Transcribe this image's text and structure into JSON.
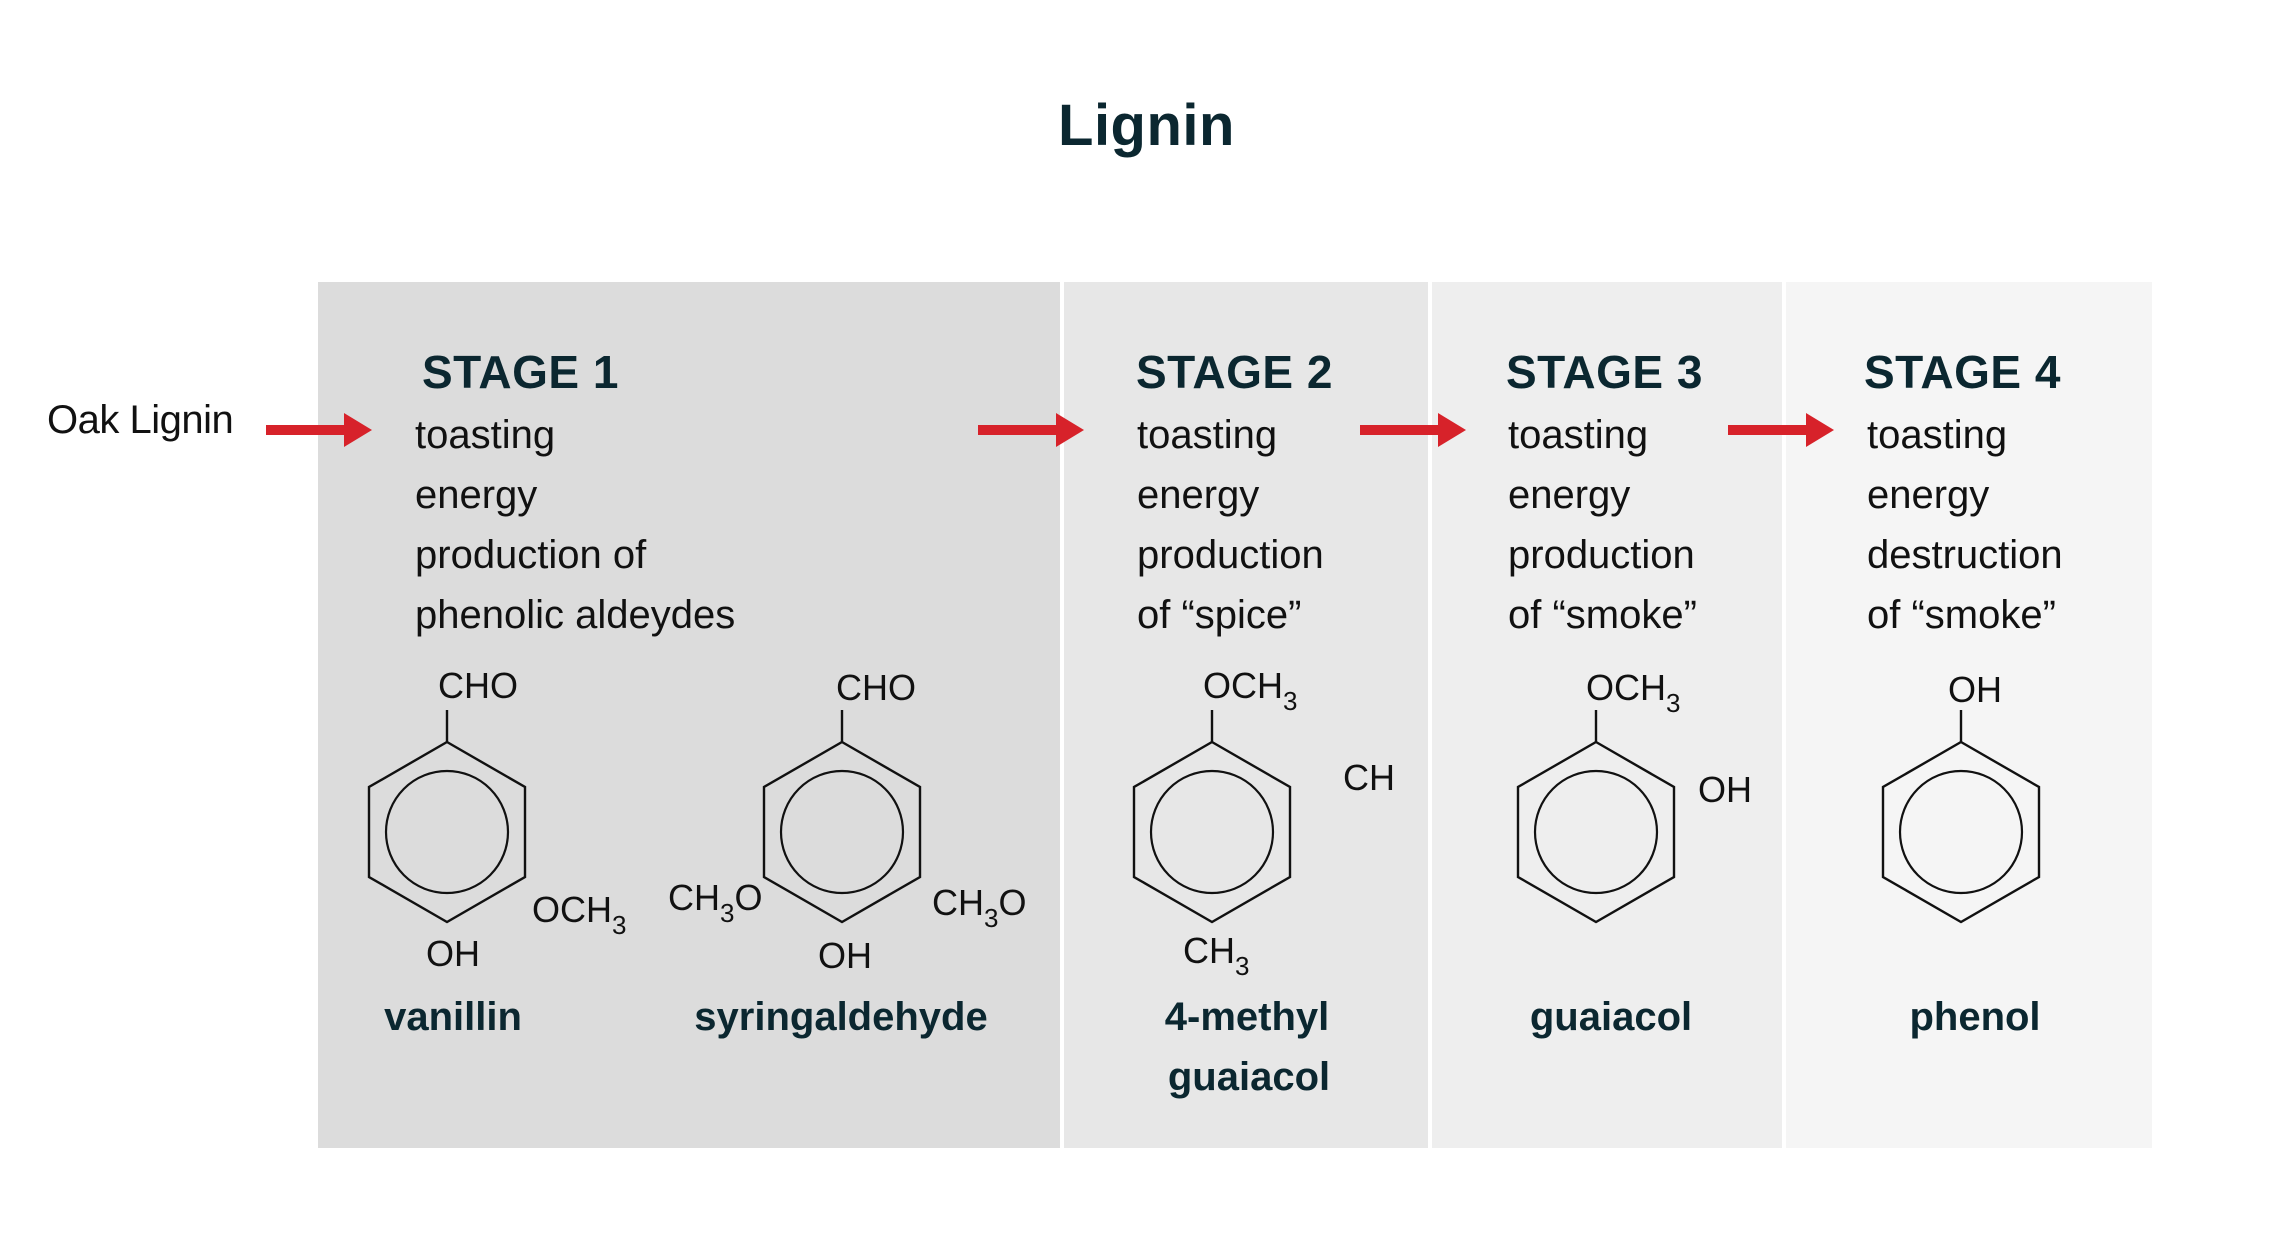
{
  "title": "Lignin",
  "source_label": "Oak Lignin",
  "colors": {
    "arrow": "#d7222a",
    "heading": "#0b2730",
    "stage_backgrounds": [
      "#dcdcdc",
      "#e7e7e7",
      "#eeeeee",
      "#f5f5f5"
    ]
  },
  "stages": [
    {
      "heading": "STAGE 1",
      "lines": [
        "toasting",
        "energy",
        "production of",
        "phenolic aldeydes"
      ]
    },
    {
      "heading": "STAGE 2",
      "lines": [
        "toasting",
        "energy",
        "production",
        "of “spice”"
      ]
    },
    {
      "heading": "STAGE 3",
      "lines": [
        "toasting",
        "energy",
        "production",
        "of “smoke”"
      ]
    },
    {
      "heading": "STAGE 4",
      "lines": [
        "toasting",
        "energy",
        "destruction",
        "of “smoke”"
      ]
    }
  ],
  "molecules": [
    {
      "id": "vanillin",
      "stage": 1,
      "name_lines": [
        "vanillin"
      ],
      "substituents": [
        {
          "position": "top",
          "label": "CHO"
        },
        {
          "position": "bottom",
          "label": "OH"
        },
        {
          "position": "lower-right",
          "label": "OCH",
          "sub": "3"
        }
      ]
    },
    {
      "id": "syringaldehyde",
      "stage": 1,
      "name_lines": [
        "syringaldehyde"
      ],
      "substituents": [
        {
          "position": "top",
          "label": "CHO"
        },
        {
          "position": "bottom",
          "label": "OH"
        },
        {
          "position": "lower-left",
          "label": "CH",
          "sub": "3",
          "suffix": "O"
        },
        {
          "position": "lower-right",
          "label": "CH",
          "sub": "3",
          "suffix": "O"
        }
      ]
    },
    {
      "id": "4-methyl-guaiacol",
      "stage": 2,
      "name_lines": [
        "4-methyl",
        "guaiacol"
      ],
      "substituents": [
        {
          "position": "top",
          "label": "OCH",
          "sub": "3"
        },
        {
          "position": "upper-right",
          "label": "CH"
        },
        {
          "position": "bottom",
          "label": "CH",
          "sub": "3"
        }
      ]
    },
    {
      "id": "guaiacol",
      "stage": 3,
      "name_lines": [
        "guaiacol"
      ],
      "substituents": [
        {
          "position": "top",
          "label": "OCH",
          "sub": "3"
        },
        {
          "position": "upper-right",
          "label": "OH"
        }
      ]
    },
    {
      "id": "phenol",
      "stage": 4,
      "name_lines": [
        "phenol"
      ],
      "substituents": [
        {
          "position": "top",
          "label": "OH"
        }
      ]
    }
  ]
}
